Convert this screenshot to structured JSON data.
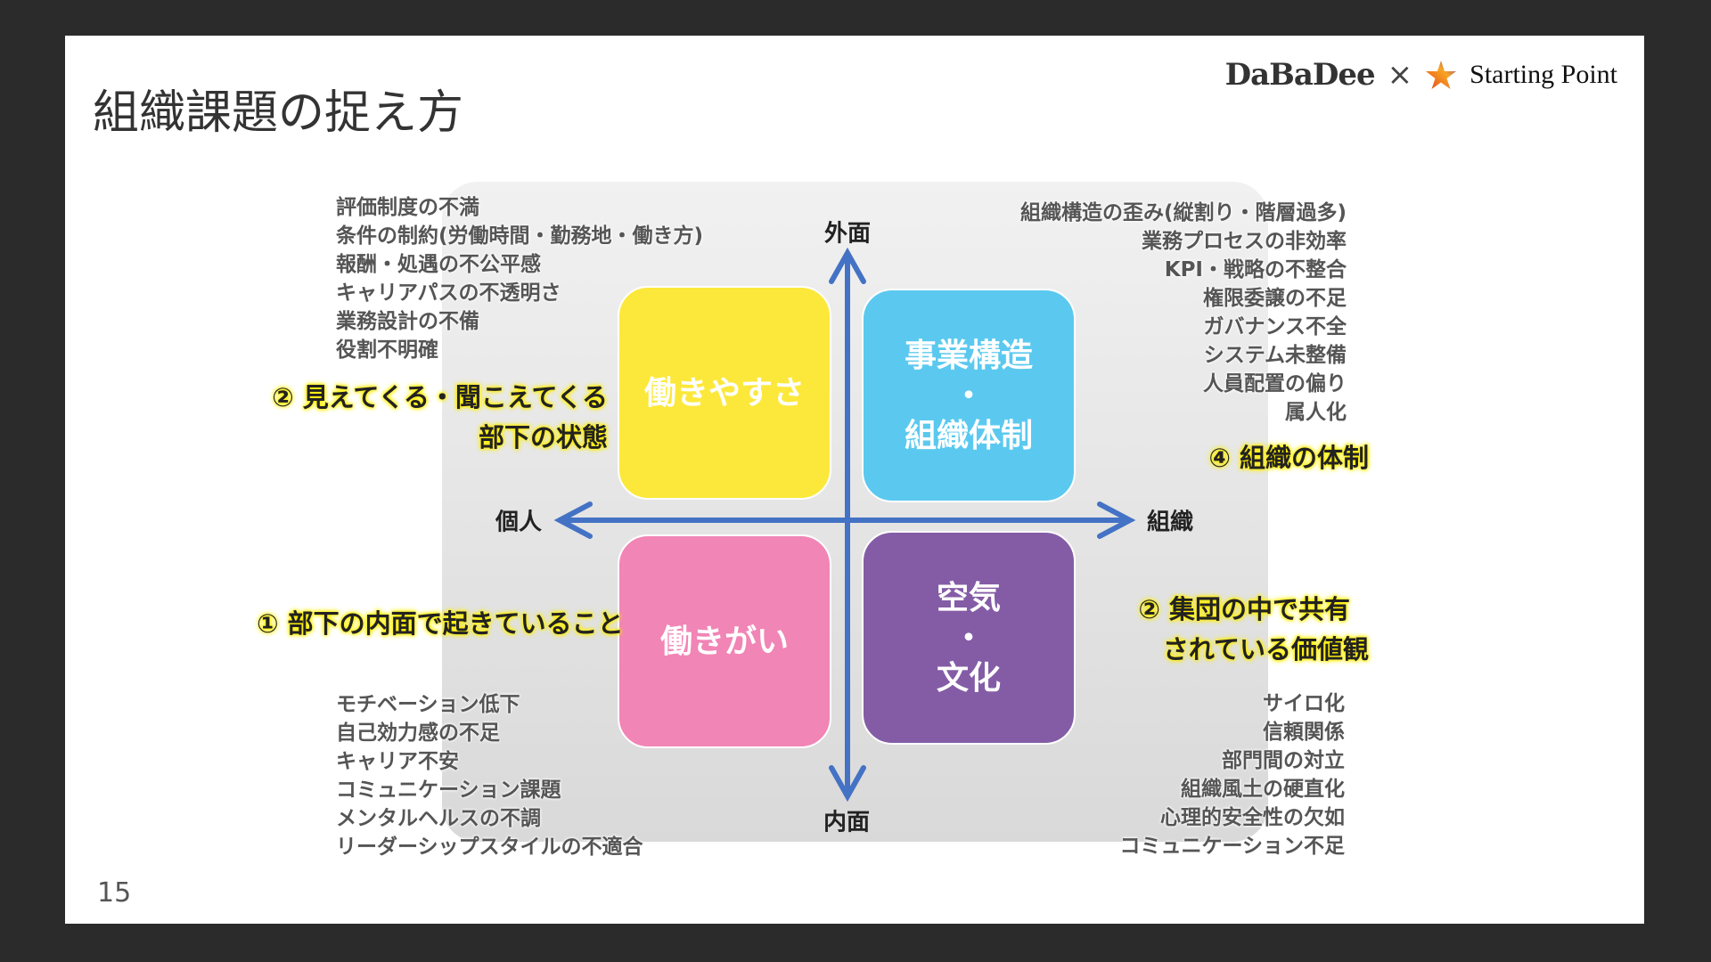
{
  "slide": {
    "title": "組織課題の捉え方",
    "page_number": "15",
    "logo": {
      "brand1": "DaBaDee",
      "separator": "×",
      "brand2": "Starting Point"
    }
  },
  "axes": {
    "top": "外面",
    "bottom": "内面",
    "left": "個人",
    "right": "組織",
    "color": "#4472c4"
  },
  "quadrants": {
    "top_left": {
      "label": "働きやすさ",
      "color": "#fce83a"
    },
    "top_right": {
      "line1": "事業構造",
      "dot": "・",
      "line2": "組織体制",
      "color": "#5bc9ef"
    },
    "bottom_left": {
      "label": "働きがい",
      "color": "#f185b5"
    },
    "bottom_right": {
      "line1": "空気",
      "dot": "・",
      "line2": "文化",
      "color": "#845ca6"
    }
  },
  "annotations": {
    "top_left": [
      "② 見えてくる・聞こえてくる",
      "部下の状態"
    ],
    "top_right": [
      "④ 組織の体制"
    ],
    "bottom_left": [
      "① 部下の内面で起きていること"
    ],
    "bottom_right": [
      "② 集団の中で共有",
      "されている価値観"
    ]
  },
  "lists": {
    "top_left": [
      "評価制度の不満",
      "条件の制約(労働時間・勤務地・働き方)",
      "報酬・処遇の不公平感",
      "キャリアパスの不透明さ",
      "業務設計の不備",
      "役割不明確"
    ],
    "top_right": [
      "組織構造の歪み(縦割り・階層過多)",
      "業務プロセスの非効率",
      "KPI・戦略の不整合",
      "権限委譲の不足",
      "ガバナンス不全",
      "システム未整備",
      "人員配置の偏り",
      "属人化"
    ],
    "bottom_left": [
      "モチベーション低下",
      "自己効力感の不足",
      "キャリア不安",
      "コミュニケーション課題",
      "メンタルヘルスの不調",
      "リーダーシップスタイルの不適合"
    ],
    "bottom_right": [
      "サイロ化",
      "信頼関係",
      "部門間の対立",
      "組織風土の硬直化",
      "心理的安全性の欠如",
      "コミュニケーション不足"
    ]
  }
}
